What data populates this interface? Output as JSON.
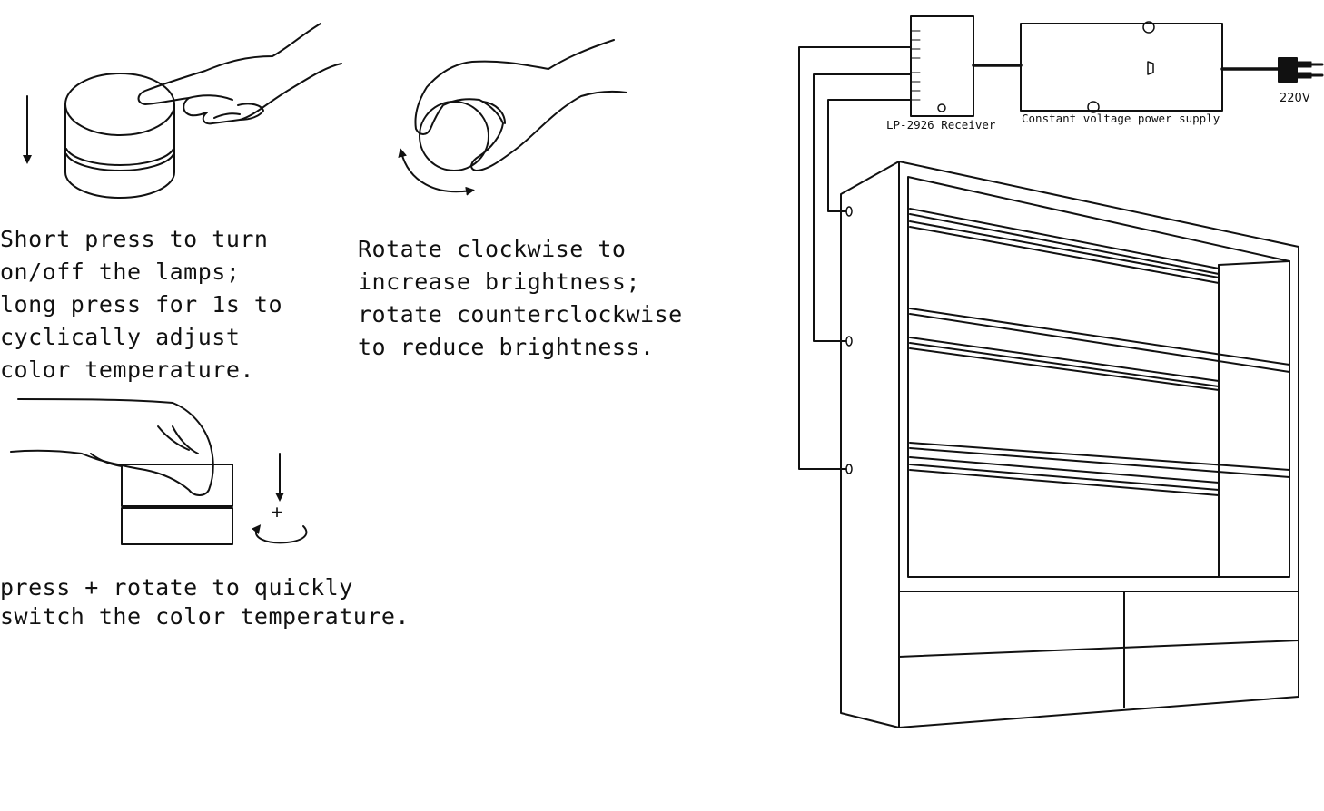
{
  "instructions": {
    "press": {
      "lines": [
        "Short press to turn",
        "on/off the lamps;",
        "long press for 1s to",
        "cyclically adjust",
        "color temperature."
      ]
    },
    "rotate": {
      "lines": [
        "Rotate clockwise to",
        "increase brightness;",
        "rotate counterclockwise",
        "to reduce brightness."
      ]
    },
    "combo": {
      "lines": [
        "press + rotate to quickly",
        "switch the color temperature."
      ],
      "plus_symbol": "+"
    }
  },
  "wiring": {
    "receiver_label": "LP-2926 Receiver",
    "power_supply_label": "Constant voltage power supply",
    "mains_voltage": "220V"
  }
}
